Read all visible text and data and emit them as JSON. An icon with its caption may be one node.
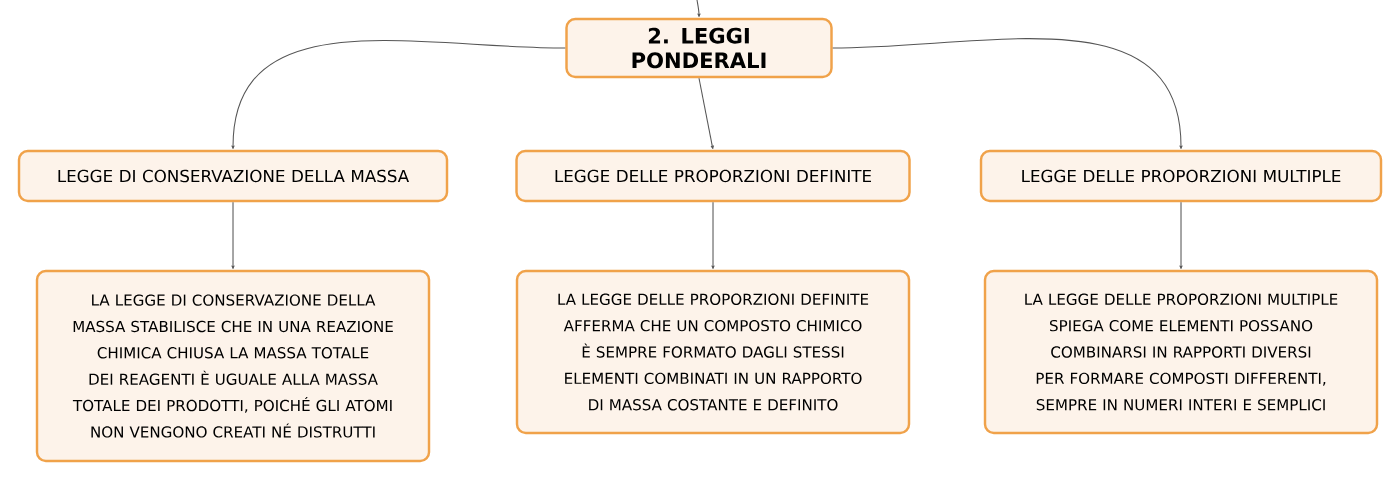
{
  "diagram": {
    "nodes": [
      {
        "text": [
          "2. LEGGI PONDERALI"
        ]
      },
      {
        "text": [
          "LEGGE DI CONSERVAZIONE DELLA MASSA"
        ]
      },
      {
        "text": [
          "LEGGE DELLE PROPORZIONI DEFINITE"
        ]
      },
      {
        "text": [
          "LEGGE DELLE PROPORZIONI MULTIPLE"
        ]
      },
      {
        "text": [
          "LA LEGGE DI CONSERVAZIONE DELLA MASSA STABILISCE CHE IN UNA REAZIONE CHIMICA CHIUSA LA MASSA TOTALE DEI REAGENTI È UGUALE ALLA MASSA TOTALE DEI PRODOTTI, POICHÉ GLI ATOMI NON VENGONO CREATI NÉ DISTRUTTI"
        ]
      },
      {
        "text": [
          "LA LEGGE DELLE PROPORZIONI DEFINITE AFFERMA CHE UN COMPOSTO CHIMICO È SEMPRE FORMATO DAGLI STESSI ELEMENTI COMBINATI IN UN RAPPORTO DI MASSA COSTANTE E DEFINITO"
        ]
      },
      {
        "text": [
          "LA LEGGE DELLE PROPORZIONI MULTIPLE SPIEGA COME ELEMENTI POSSANO COMBINARSI IN RAPPORTI DIVERSI PER FORMARE COMPOSTI DIFFERENTI, SEMPRE IN NUMERI INTERI E SEMPLICI"
        ]
      }
    ],
    "edges": [
      {
        "from": null,
        "to": 0,
        "arrow": "to"
      },
      {
        "from": 0,
        "to": 1,
        "arrow": "to"
      },
      {
        "from": 0,
        "to": 2,
        "arrow": "to"
      },
      {
        "from": 0,
        "to": 3,
        "arrow": "to"
      },
      {
        "from": 1,
        "to": 4,
        "arrow": "to"
      },
      {
        "from": 2,
        "to": 5,
        "arrow": "to"
      },
      {
        "from": 3,
        "to": 6,
        "arrow": "to"
      }
    ]
  }
}
